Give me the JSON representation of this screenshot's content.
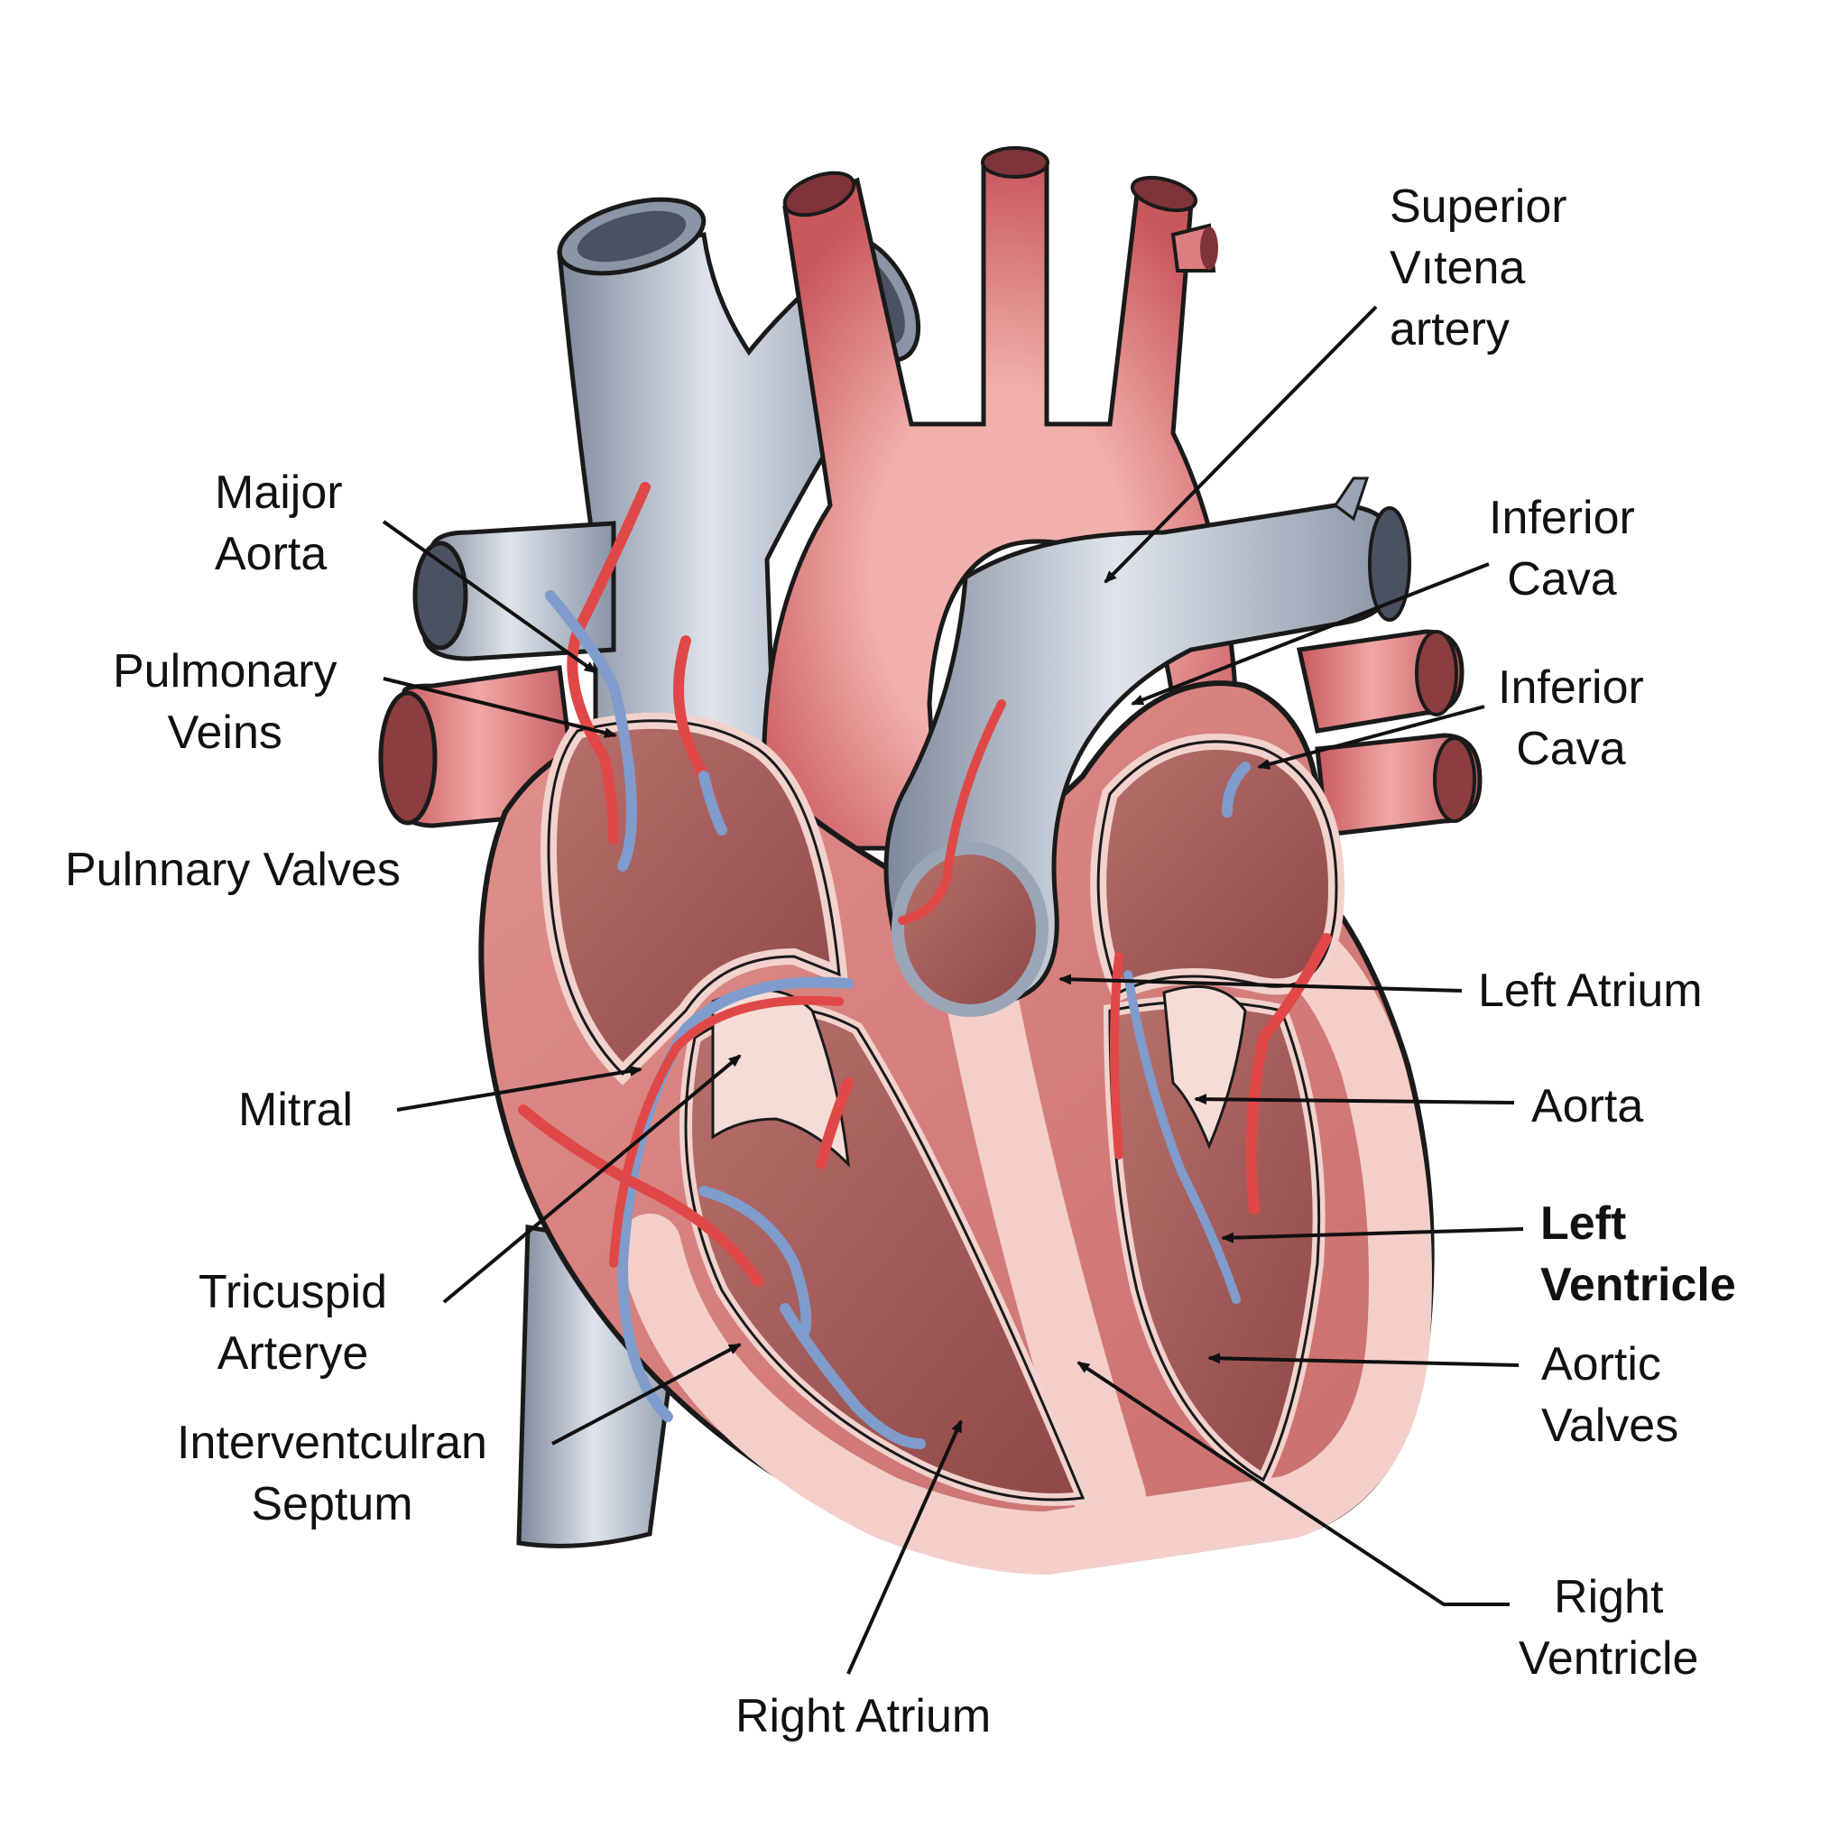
{
  "diagram": {
    "subject": "Human heart anatomical cross-section",
    "colors": {
      "background": "#ffffff",
      "artery_red": "#d9787a",
      "artery_dark": "#b9565a",
      "vein_blue": "#9aa6b8",
      "vein_dark": "#6f7b8e",
      "chamber_interior": "#a8605e",
      "myocardium_pink": "#f0c2bc",
      "outline": "#1a1a1a",
      "vessel_red": "#e04848",
      "vessel_blue": "#7f9ccc",
      "leader_line": "#111111"
    },
    "labels": [
      {
        "id": "superior-vitena-artery",
        "lines": [
          "Superior",
          "Vıtena",
          "artery"
        ],
        "side": "right"
      },
      {
        "id": "major-aorta",
        "lines": [
          "Maijor",
          "Aorta"
        ],
        "side": "left"
      },
      {
        "id": "inferior-cava-1",
        "lines": [
          "Inferior",
          "Cava"
        ],
        "side": "right"
      },
      {
        "id": "pulmonary-veins",
        "lines": [
          "Pulmonary",
          "Veins"
        ],
        "side": "left"
      },
      {
        "id": "inferior-cava-2",
        "lines": [
          "Inferior",
          "Cava"
        ],
        "side": "right"
      },
      {
        "id": "pulnnary-valves",
        "lines": [
          "Pulnnary Valves"
        ],
        "side": "left"
      },
      {
        "id": "left-atrium",
        "lines": [
          "Left Atrium"
        ],
        "side": "right"
      },
      {
        "id": "mitral",
        "lines": [
          "Mitral"
        ],
        "side": "left"
      },
      {
        "id": "aorta",
        "lines": [
          "Aorta"
        ],
        "side": "right"
      },
      {
        "id": "left-ventricle",
        "lines": [
          "Left",
          "Ventricle"
        ],
        "side": "right",
        "bold": true
      },
      {
        "id": "tricuspid-arterye",
        "lines": [
          "Tricuspid",
          "Arterye"
        ],
        "side": "left"
      },
      {
        "id": "aortic-valves",
        "lines": [
          "Aortic",
          "Valves"
        ],
        "side": "right"
      },
      {
        "id": "interventculran-septum",
        "lines": [
          "Interventculran",
          "Septum"
        ],
        "side": "left"
      },
      {
        "id": "right-ventricle",
        "lines": [
          "Right",
          "Ventricle"
        ],
        "side": "right"
      },
      {
        "id": "right-atrium",
        "lines": [
          "Right Atrium"
        ],
        "side": "bottom"
      }
    ]
  }
}
